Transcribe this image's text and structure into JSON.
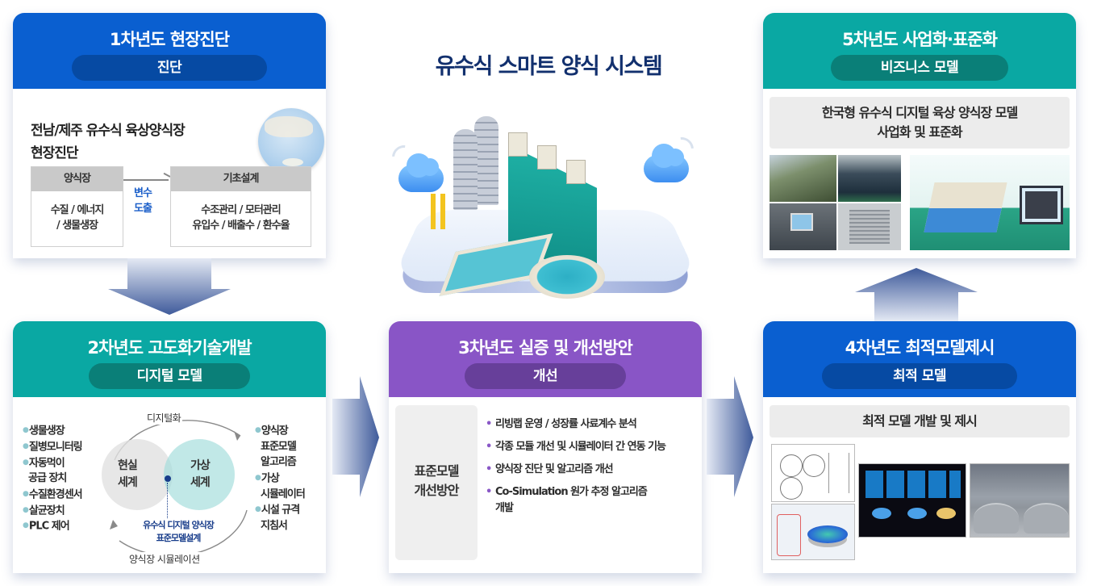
{
  "title": "유수식 스마트 양식 시스템",
  "stage1": {
    "title": "1차년도 현장진단",
    "pill": "진단",
    "subtitle_line1": "전남/제주 유수식 육상양식장",
    "subtitle_line2": "현장진단",
    "farm_table": {
      "header": "양식장",
      "line1": "수질 / 에너지",
      "line2": "/ 생물생장"
    },
    "variable_label_line1": "변수",
    "variable_label_line2": "도출",
    "design_table": {
      "header": "기초설계",
      "line1": "수조관리 / 모터관리",
      "line2": "유입수 / 배출수 / 환수율"
    }
  },
  "stage2": {
    "title": "2차년도 고도화기술개발",
    "pill": "디지털 모델",
    "left_list": [
      "생물생장",
      "질병모니터링",
      "자동먹이",
      "공급 장치",
      "수질환경센서",
      "살균장치",
      "PLC 제어"
    ],
    "right_list": [
      "양식장",
      "표준모델",
      "알고리즘",
      "가상",
      "시뮬레이터",
      "시설 규격",
      "지침서"
    ],
    "venn": {
      "top_label": "디지털화",
      "bottom_label": "양식장 시뮬레이션",
      "real_line1": "현실",
      "real_line2": "세계",
      "virtual_line1": "가상",
      "virtual_line2": "세계",
      "center_line1": "유수식 디지털 양식장",
      "center_line2": "표준모델설계"
    }
  },
  "stage3": {
    "title": "3차년도 실증 및 개선방안",
    "pill": "개선",
    "box_line1": "표준모델",
    "box_line2": "개선방안",
    "bullets": [
      "리빙랩 운영 / 성장률 사료계수 분석",
      "각종 모듈 개선 및 시뮬레이터 간 연동 기능",
      "양식장 진단 및 알고리즘 개선",
      "Co-Simulation 원가 추정 알고리즘 개발"
    ]
  },
  "stage4": {
    "title": "4차년도 최적모델제시",
    "pill": "최적 모델",
    "banner": "최적 모델 개발 및 제시"
  },
  "stage5": {
    "title": "5차년도 사업화·표준화",
    "pill": "비즈니스 모델",
    "banner_line1": "한국형 유수식 디지털 육상 양식장 모델",
    "banner_line2": "사업화 및 표준화"
  },
  "colors": {
    "blue_header": "#0a5fd0",
    "blue_pill": "#064aa3",
    "teal_header": "#0aa8a3",
    "teal_pill": "#0a7f78",
    "purple_header": "#8955c6",
    "purple_pill": "#673f9a",
    "title_navy": "#12306e"
  }
}
